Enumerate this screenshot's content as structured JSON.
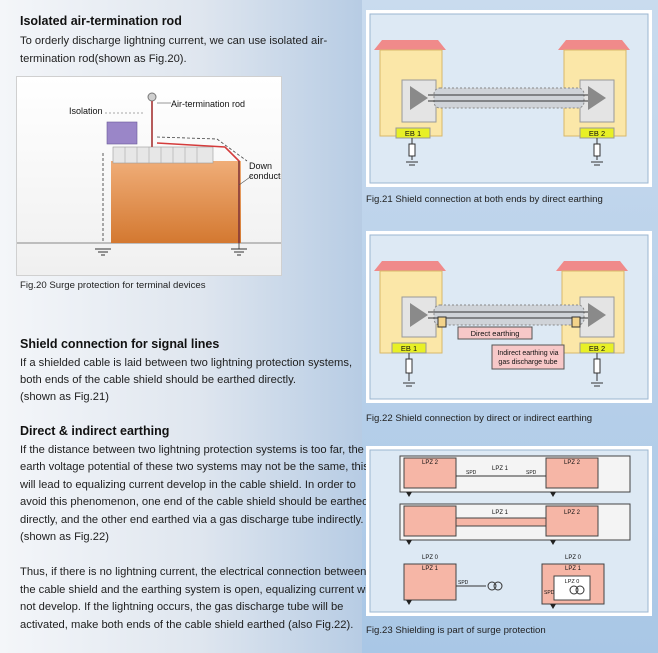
{
  "left": {
    "s1_title": "Isolated air-termination rod",
    "s1_text_1": "To orderly discharge lightning current, we can use  isolated air-",
    "s1_text_2": "termination rod(shown as Fig.20).",
    "fig20": {
      "label_isolation": "Isolation",
      "label_rod": "Air-termination rod",
      "label_down_1": "Down",
      "label_down_2": "conductor",
      "caption": "Fig.20 Surge protection for terminal devices"
    },
    "s2_title": "Shield connection for signal lines",
    "s2_text_1": "If a shielded cable is laid between two lightning protection systems,",
    "s2_text_2": "both ends of the cable shield should be earthed directly.",
    "s2_text_3": " (shown as Fig.21)",
    "s3_title": "Direct & indirect earthing",
    "s3_text_1": "If the distance between two lightning protection systems is too far, the",
    "s3_text_2": "earth voltage potential of these two systems may not be the same, this",
    "s3_text_3": "will lead to equalizing current develop in the cable shield. In order to",
    "s3_text_4": "avoid this phenomenon, one end of the cable shield should be earthed",
    "s3_text_5": "directly, and the other end earthed via a gas discharge tube indirectly.",
    "s3_text_6": "(shown as Fig.22)",
    "s4_text_1": "Thus, if there is no lightning current, the electrical connection between",
    "s4_text_2": "the cable shield and the earthing system is open, equalizing current will",
    "s4_text_3": "not develop. If the lightning occurs, the gas discharge tube will be",
    "s4_text_4": "activated, make both ends of the cable shield earthed (also Fig.22)."
  },
  "right": {
    "fig21": {
      "eb1": "EB 1",
      "eb2": "EB 2",
      "caption": "Fig.21  Shield connection at both ends by direct earthing"
    },
    "fig22": {
      "eb1": "EB 1",
      "eb2": "EB 2",
      "direct": "Direct earthing",
      "indirect_1": "Indirect earthing via",
      "indirect_2": "gas discharge tube",
      "caption": "Fig.22  Shield connection by direct or indirect earthing"
    },
    "fig23": {
      "lpz1": "LPZ 1",
      "lpz2": "LPZ 2",
      "lpz0": "LPZ 0",
      "spd": "SPD",
      "caption": "Fig.23 Shielding is part of surge protection"
    }
  }
}
